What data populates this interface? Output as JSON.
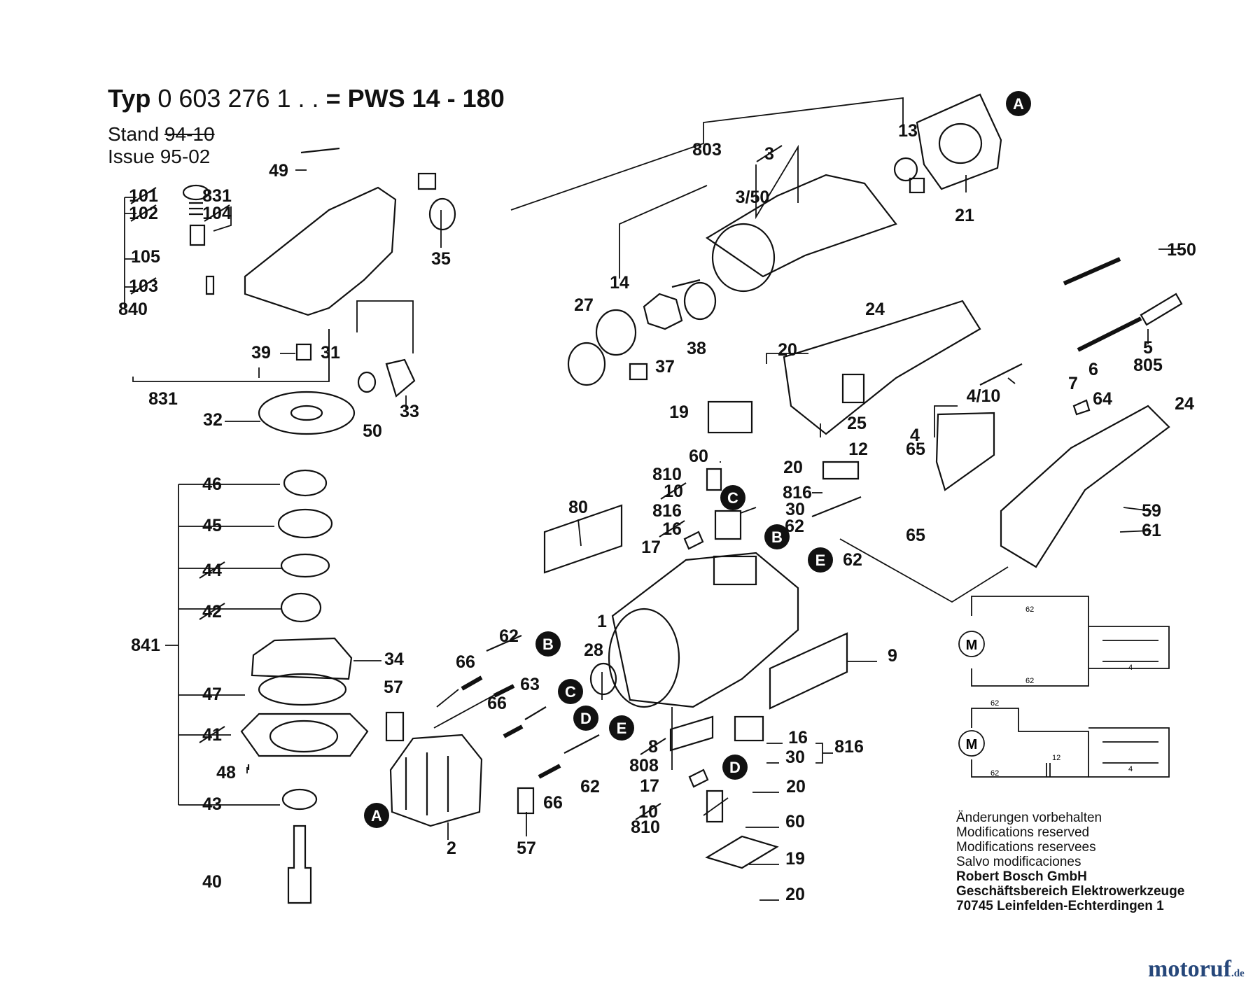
{
  "header": {
    "typ_label": "Typ",
    "typ_number": "0 603 276 1 . .",
    "equals": "=",
    "model": "PWS 14 - 180",
    "stand_label": "Stand",
    "stand_value": "94-10",
    "issue_label": "Issue",
    "issue_value": "95-02"
  },
  "colors": {
    "line": "#111111",
    "callout_fill": "#111111",
    "callout_text": "#ffffff",
    "watermark": "#26477a",
    "watermark_dot": "#d7731a"
  },
  "callouts": [
    {
      "letter": "A"
    },
    {
      "letter": "A"
    },
    {
      "letter": "B"
    },
    {
      "letter": "B"
    },
    {
      "letter": "C"
    },
    {
      "letter": "C"
    },
    {
      "letter": "D"
    },
    {
      "letter": "D"
    },
    {
      "letter": "E"
    },
    {
      "letter": "E"
    }
  ],
  "parts": [
    {
      "n": "49"
    },
    {
      "n": "101"
    },
    {
      "n": "831"
    },
    {
      "n": "102"
    },
    {
      "n": "104"
    },
    {
      "n": "105"
    },
    {
      "n": "103"
    },
    {
      "n": "840"
    },
    {
      "n": "35"
    },
    {
      "n": "39"
    },
    {
      "n": "31"
    },
    {
      "n": "831"
    },
    {
      "n": "33"
    },
    {
      "n": "50"
    },
    {
      "n": "32"
    },
    {
      "n": "46"
    },
    {
      "n": "45"
    },
    {
      "n": "44"
    },
    {
      "n": "42"
    },
    {
      "n": "841"
    },
    {
      "n": "34"
    },
    {
      "n": "47"
    },
    {
      "n": "41"
    },
    {
      "n": "48"
    },
    {
      "n": "43"
    },
    {
      "n": "40"
    },
    {
      "n": "803"
    },
    {
      "n": "3"
    },
    {
      "n": "3/50"
    },
    {
      "n": "13"
    },
    {
      "n": "21"
    },
    {
      "n": "14"
    },
    {
      "n": "27"
    },
    {
      "n": "37"
    },
    {
      "n": "38"
    },
    {
      "n": "150"
    },
    {
      "n": "24"
    },
    {
      "n": "20"
    },
    {
      "n": "5"
    },
    {
      "n": "805"
    },
    {
      "n": "6"
    },
    {
      "n": "7"
    },
    {
      "n": "64"
    },
    {
      "n": "19"
    },
    {
      "n": "4/10"
    },
    {
      "n": "25"
    },
    {
      "n": "4"
    },
    {
      "n": "24"
    },
    {
      "n": "12"
    },
    {
      "n": "65"
    },
    {
      "n": "60"
    },
    {
      "n": "810"
    },
    {
      "n": "10"
    },
    {
      "n": "20"
    },
    {
      "n": "816"
    },
    {
      "n": "30"
    },
    {
      "n": "816"
    },
    {
      "n": "16"
    },
    {
      "n": "62"
    },
    {
      "n": "59"
    },
    {
      "n": "61"
    },
    {
      "n": "17"
    },
    {
      "n": "80"
    },
    {
      "n": "65"
    },
    {
      "n": "62"
    },
    {
      "n": "1"
    },
    {
      "n": "9"
    },
    {
      "n": "62"
    },
    {
      "n": "66"
    },
    {
      "n": "28"
    },
    {
      "n": "57"
    },
    {
      "n": "63"
    },
    {
      "n": "66"
    },
    {
      "n": "8"
    },
    {
      "n": "808"
    },
    {
      "n": "16"
    },
    {
      "n": "816"
    },
    {
      "n": "30"
    },
    {
      "n": "17"
    },
    {
      "n": "20"
    },
    {
      "n": "62"
    },
    {
      "n": "66"
    },
    {
      "n": "2"
    },
    {
      "n": "57"
    },
    {
      "n": "10"
    },
    {
      "n": "810"
    },
    {
      "n": "60"
    },
    {
      "n": "19"
    },
    {
      "n": "20"
    }
  ],
  "wiring": {
    "motor_symbol": "M",
    "top": {
      "labels": [
        "62",
        "62",
        "4"
      ]
    },
    "bottom": {
      "labels": [
        "62",
        "62",
        "12",
        "4"
      ]
    }
  },
  "notes": {
    "lines": [
      "Änderungen vorbehalten",
      "Modifications reserved",
      "Modifications reservees",
      "Salvo modificaciones"
    ],
    "company": [
      "Robert Bosch GmbH",
      "Geschäftsbereich Elektrowerkzeuge",
      "70745 Leinfelden-Echterdingen 1"
    ]
  },
  "watermark": {
    "main": "motoruf",
    "tld": ".de"
  }
}
